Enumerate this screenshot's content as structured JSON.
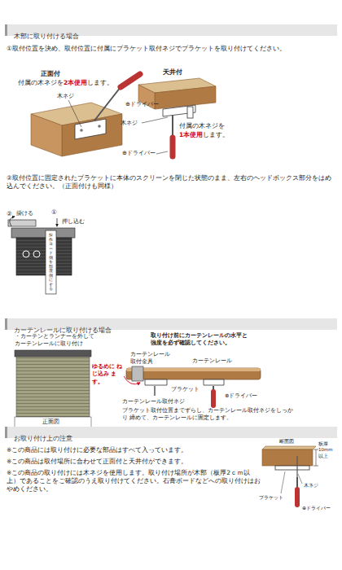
{
  "diagram": {
    "nodes": [
      {
        "text": [
          "木部に取り付ける場合"
        ]
      },
      {
        "text": [
          "カーテンレールに取り付ける場合"
        ]
      },
      {
        "text": [
          "お取り付け上の注意"
        ]
      }
    ],
    "labels": [
      "①取付位置を決め、取付位置に付属にブラケット取付ネジでブラケットを取り付けてください。",
      "正面付",
      "付属の木ネジを",
      "2本使用",
      "します。",
      "木ネジ",
      "⊕ドライバー",
      "天井付",
      "木ネジ",
      "付属の木ネジを",
      "1本使用",
      "します。",
      "⊕ドライバー",
      "②取付位置に固定されたブラケットに本体のスクリーンを閉じた状態のまま、左右のヘッドボックス部分をはめ込んでください。（正面付けも同様）",
      "②",
      "掛ける",
      "①",
      "押し込む",
      "操作コード側を部屋側にする",
      "・カーテンとランナーを外して カーテンレールに取り付け",
      "取り付け前にカーテンレールの水平と強度を必ず確認してください。",
      "カーテンレール 取付金具",
      "ゆるめに ねじ込み ます。",
      "カーテンレール",
      "ブラケット",
      "⊕ドライバー",
      "カーテンレール取付ネジ",
      "ブラケット取付位置までずらし、カーテンレール取付ネジをしっかり 締めて、カーテンレールに固定します。",
      "正面図",
      "※この商品には取り付けに必要な部品はすべて入っています。",
      "※この商品は取付場所に合わせて正面付と天井付ができます。",
      "※この商品の取り付けには木ネジを使用します。取り付け場所が木部（板厚2ｃｍ以上）であることをご確認のうえ取り付けてください。石膏ボードなどへの取り付けはおやめください。",
      "断面図",
      "板厚 10mm 以上",
      "木ネジ",
      "ブラケット",
      "⊕ドライバー"
    ]
  }
}
